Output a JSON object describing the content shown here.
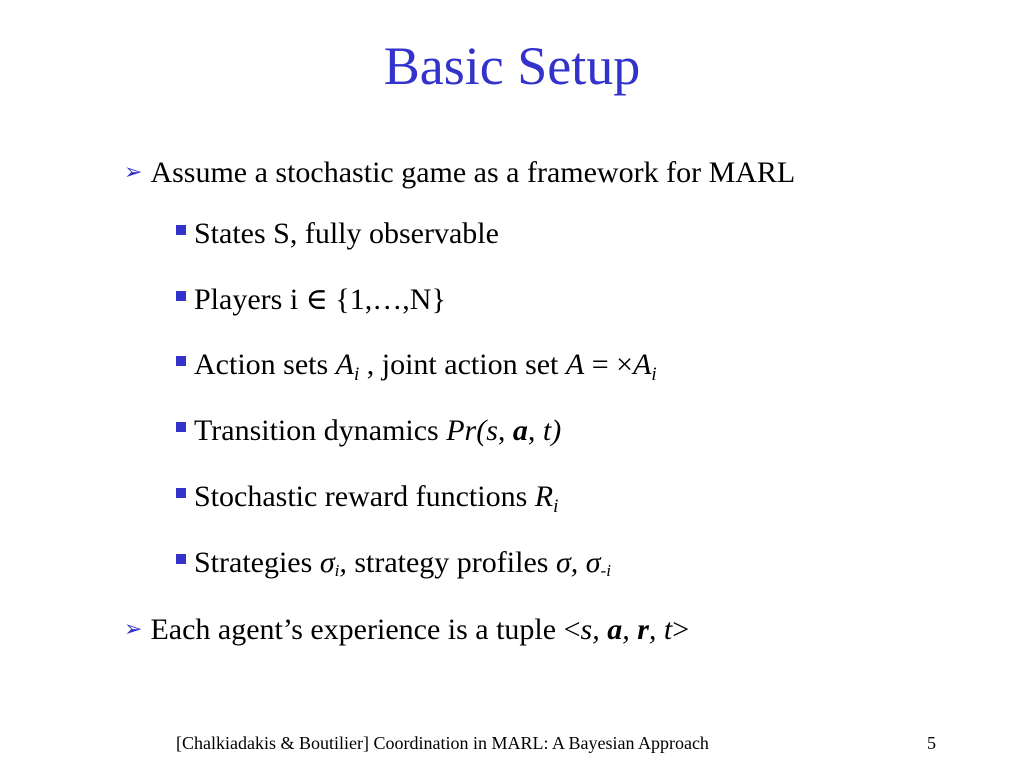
{
  "title": "Basic Setup",
  "colors": {
    "accent": "#3333cc",
    "text": "#000000",
    "background": "#ffffff"
  },
  "icons": {
    "level1": "arrowhead-bullet-icon",
    "level2": "square-bullet-icon"
  },
  "bullets": [
    {
      "text": "Assume a stochastic game as a framework for MARL"
    },
    {
      "text": "States S, fully observable"
    },
    {
      "pre": "Players i ",
      "sym": "∈",
      "post": " {1,…,N}"
    },
    {
      "pre": "Action sets ",
      "A": "A",
      "sub_i": "i",
      "mid": " , joint action set ",
      "A2": "A",
      "eq": " = ",
      "times": "×",
      "A3": "A",
      "sub_i2": "i"
    },
    {
      "pre": "Transition dynamics ",
      "pr": "Pr(s, ",
      "a": "a",
      "post": ", t)"
    },
    {
      "pre": "Stochastic reward functions ",
      "R": "R",
      "sub_i": "i"
    },
    {
      "pre": "Strategies ",
      "sigma": "σ",
      "sub_i": "i",
      "comma": ",",
      "mid": " strategy profiles ",
      "sigma2": "σ",
      "comma2": ", ",
      "sigma3": "σ",
      "sub_mi": "-i"
    },
    {
      "pre": "Each agent’s experience is a tuple ",
      "lt": "<",
      "s": "s, ",
      "a": "a",
      "c1": ", ",
      "r": "r",
      "c2": ", ",
      "t": "t",
      "gt": ">"
    }
  ],
  "footer": {
    "citation": "[Chalkiadakis & Boutilier] Coordination in MARL: A Bayesian Approach",
    "page": "5"
  }
}
